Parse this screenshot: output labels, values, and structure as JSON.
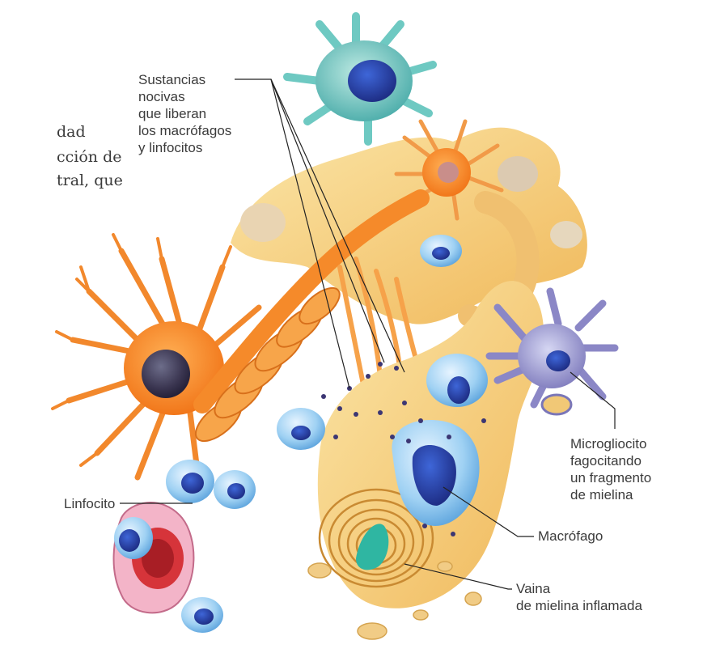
{
  "background_text": {
    "line1": "dad",
    "line2": "cción de",
    "line3": "tral, que"
  },
  "labels": {
    "sustancias": [
      "Sustancias",
      "nocivas",
      "que liberan",
      "los macrófagos",
      "y linfocitos"
    ],
    "microgliocito": [
      "Microgliocito",
      "fagocitando",
      "un fragmento",
      "de mielina"
    ],
    "macrofago": "Macrófago",
    "linfocito": "Linfocito",
    "vaina": [
      "Vaina",
      "de mielina inflamada"
    ]
  },
  "colors": {
    "neuron_orange": "#f07a1e",
    "myelin_yellow": "#f6cf78",
    "macrophage_blue": "#3f6fd1",
    "microglia_violet": "#8c89c8",
    "astrocyte_teal": "#4fb6b1",
    "vessel_red": "#c0282a",
    "leader_line": "#222222"
  }
}
